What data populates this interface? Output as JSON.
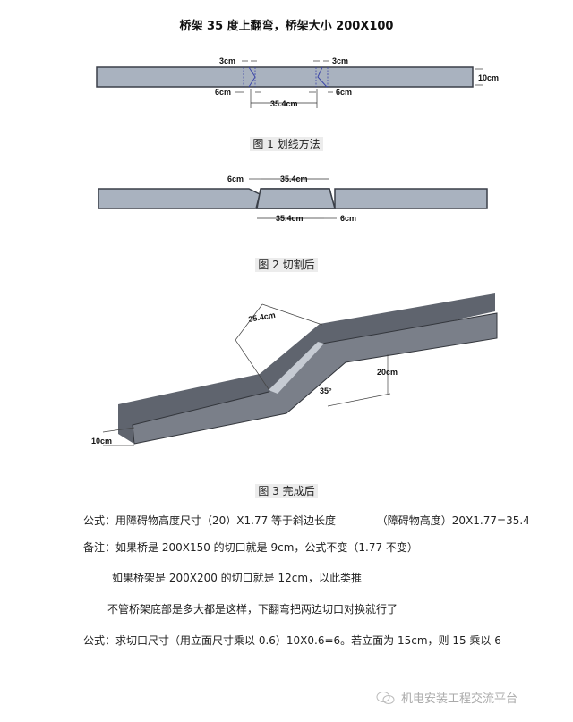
{
  "title": "桥架 35 度上翻弯，桥架大小 200X100",
  "figure1": {
    "caption": "图 1  划线方法",
    "dims": {
      "left_top": "3cm",
      "right_top": "3cm",
      "left_bottom": "6cm",
      "right_bottom": "6cm",
      "span": "35.4cm",
      "height": "10cm"
    }
  },
  "figure2": {
    "caption": "图 2  切割后",
    "dims": {
      "top_left": "6cm",
      "top_span": "35.4cm",
      "bottom_span": "35.4cm",
      "bottom_right": "6cm"
    }
  },
  "figure3": {
    "caption": "图 3  完成后",
    "dims": {
      "slope": "35.4cm",
      "rise": "20cm",
      "angle": "35°",
      "height": "10cm"
    }
  },
  "notes": [
    "公式：用障碍物高度尺寸（20）X1.77 等于斜边长度            （障碍物高度）20X1.77=35.4",
    "备注：如果桥是 200X150 的切口就是 9cm，公式不变（1.77 不变）",
    "如果桥架是 200X200 的切口就是 12cm，以此类推",
    "不管桥架底部是多大都是这样，下翻弯把两边切口对换就行了",
    "公式：求切口尺寸（用立面尺寸乘以 0.6）10X0.6=6。若立面为 15cm，则 15 乘以 6"
  ],
  "footer": {
    "icon": "wechat-icon",
    "text": "机电安装工程交流平台"
  },
  "colors": {
    "tray_fill": "#a9b2bf",
    "tray_edge": "#3a3f48",
    "tray_3d": "#6b707a",
    "cut_mark": "#3c46a8"
  }
}
